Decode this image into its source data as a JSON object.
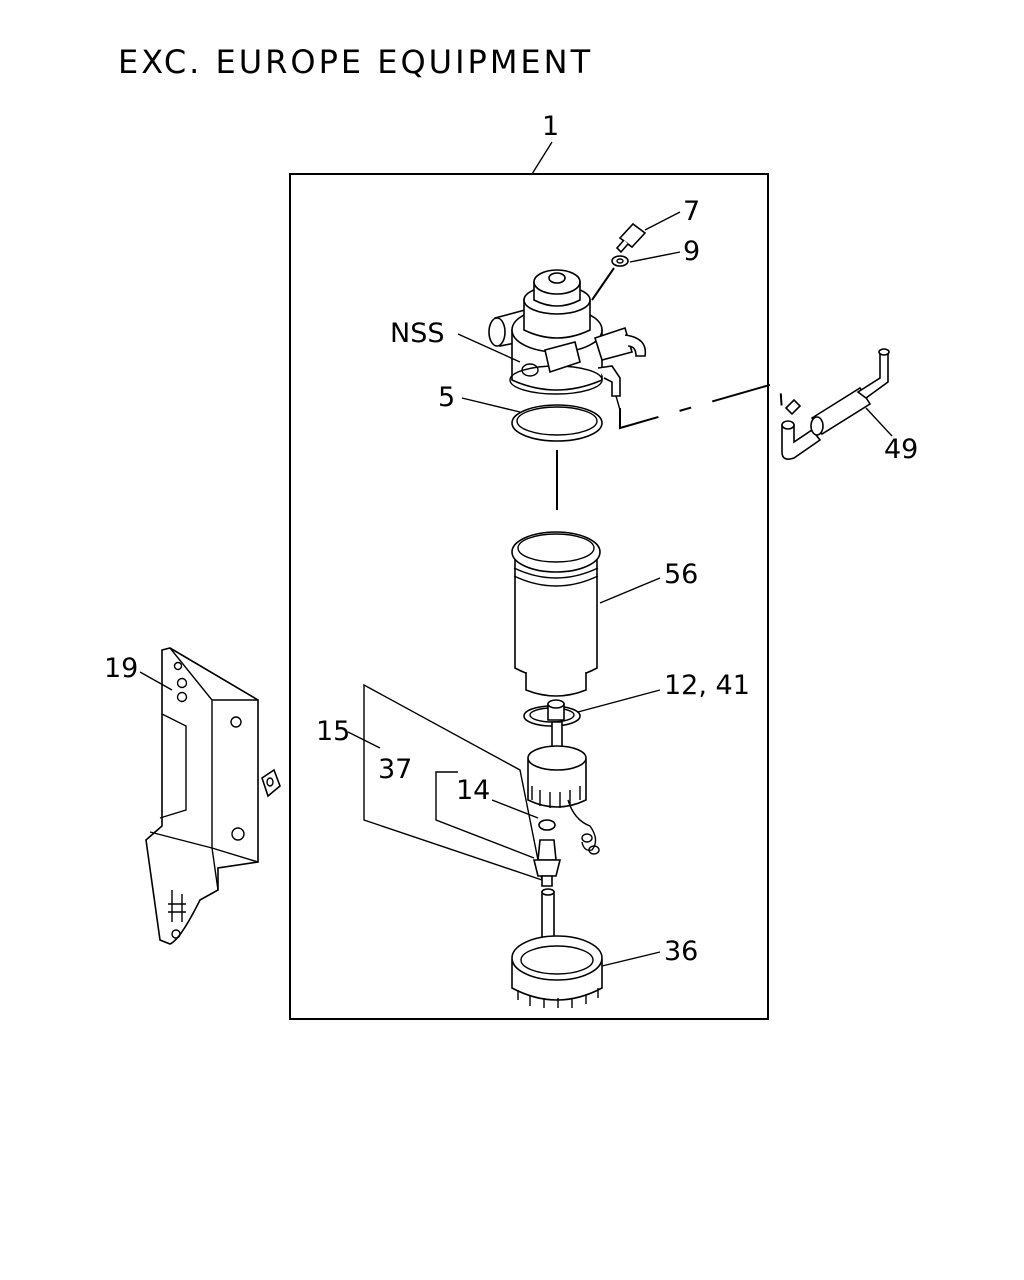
{
  "title": "EXC. EUROPE EQUIPMENT",
  "callouts": {
    "c1": "1",
    "c7": "7",
    "c9": "9",
    "nss": "NSS",
    "c5": "5",
    "c49": "49",
    "c56": "56",
    "c19": "19",
    "c12_41": "12, 41",
    "c15": "15",
    "c37": "37",
    "c14": "14",
    "c36": "36"
  }
}
